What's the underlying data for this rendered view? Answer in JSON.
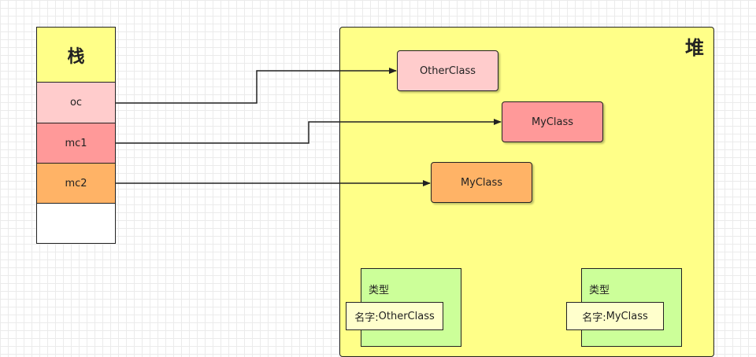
{
  "stack": {
    "title": "栈",
    "cells": [
      "oc",
      "mc1",
      "mc2",
      ""
    ]
  },
  "heap": {
    "title": "堆",
    "objects": [
      "OtherClass",
      "MyClass",
      "MyClass"
    ],
    "metadata": [
      {
        "type_label": "类型",
        "name_prefix": "名字:",
        "name_value": "OtherClass"
      },
      {
        "type_label": "类型",
        "name_prefix": "名字:",
        "name_value": "MyClass"
      }
    ]
  },
  "colors": {
    "stack_header": "#ffff88",
    "oc": "#ffcccc",
    "mc1": "#ff9999",
    "mc2": "#ffb366",
    "heap_bg": "#ffff88",
    "metadata_bg": "#ccff99",
    "name_bg": "#ffffcc"
  }
}
